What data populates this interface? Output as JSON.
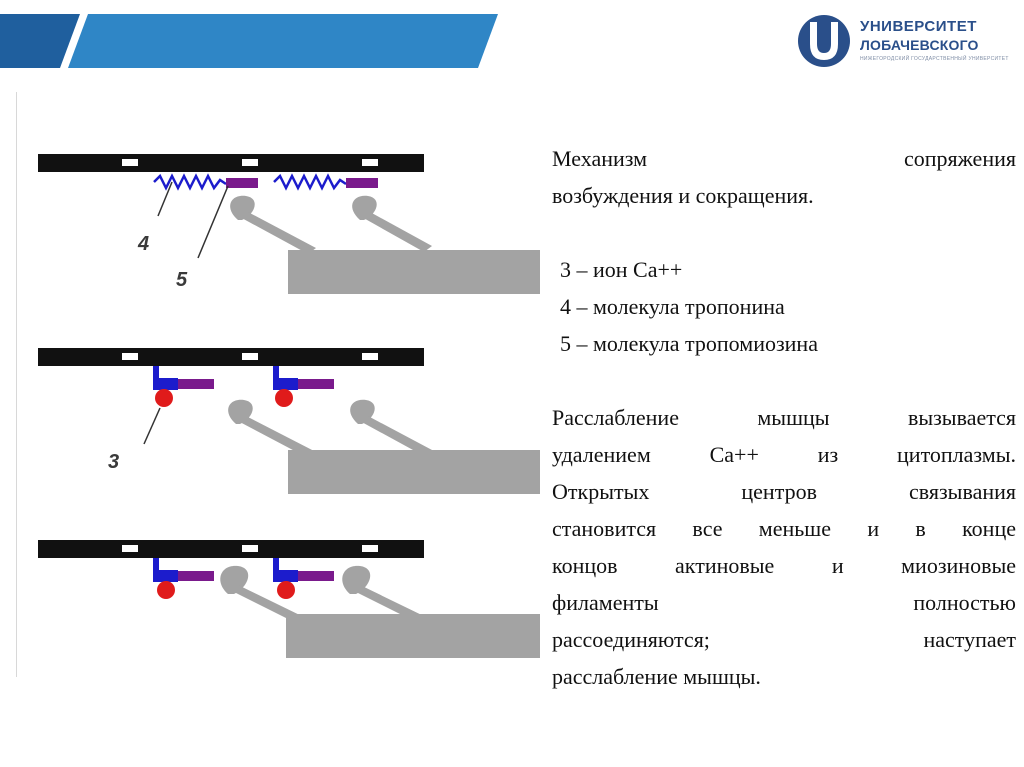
{
  "colors": {
    "header_dark": "#1f5f9e",
    "header_light": "#2f86c6",
    "logo_blue": "#2a4f8a",
    "actin": "#111111",
    "troponin": "#1c1ccc",
    "tropomyosin": "#7a1a8c",
    "calcium": "#e01b1b",
    "myosin": "#a3a3a3"
  },
  "logo": {
    "line1": "УНИВЕРСИТЕТ",
    "line2": "ЛОБАЧЕВСКОГО",
    "line3": "НИЖЕГОРОДСКИЙ ГОСУДАРСТВЕННЫЙ УНИВЕРСИТЕТ"
  },
  "diagram": {
    "label_4": "4",
    "label_5": "5",
    "label_3": "3"
  },
  "text": {
    "title_line1": "Механизм сопряжения",
    "title_line2": "возбуждения и сокращения.",
    "legend": [
      "3 – ион Са++",
      "4 – молекула тропонина",
      "5 – молекула тропомиозина"
    ],
    "paragraph_lines": [
      "Расслабление мышцы вызывается",
      "удалением Са++ из цитоплазмы.",
      "Открытых центров связывания",
      "становится все меньше и в конце",
      "концов актиновые и миозиновые",
      "филаменты полностью",
      "рассоединяются; наступает",
      "расслабление мышцы."
    ]
  }
}
